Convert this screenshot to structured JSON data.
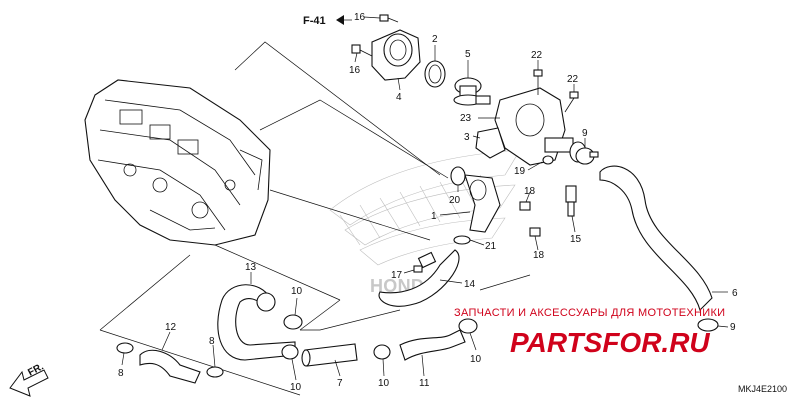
{
  "diagram": {
    "reference": "F-41",
    "direction_label": "FR.",
    "drawing_code": "MKJ4E2100",
    "watermark": {
      "caption": "ЗАПЧАСТИ И АКСЕССУАРЫ ДЛЯ МОТОТЕХНИКИ",
      "brand": "PARTSFOR.RU",
      "logo_text": "HONDA"
    },
    "callouts": {
      "c16a": "16",
      "c16b": "16",
      "c2": "2",
      "c4": "4",
      "c5": "5",
      "c22a": "22",
      "c22b": "22",
      "c23": "23",
      "c3": "3",
      "c9a": "9",
      "c19": "19",
      "c20": "20",
      "c18a": "18",
      "c18b": "18",
      "c1": "1",
      "c21": "21",
      "c15": "15",
      "c13": "13",
      "c17": "17",
      "c14": "14",
      "c6": "6",
      "c10a": "10",
      "c12": "12",
      "c8a": "8",
      "c8b": "8",
      "c10b": "10",
      "c7": "7",
      "c10c": "10",
      "c11": "11",
      "c10d": "10",
      "c9b": "9"
    }
  }
}
